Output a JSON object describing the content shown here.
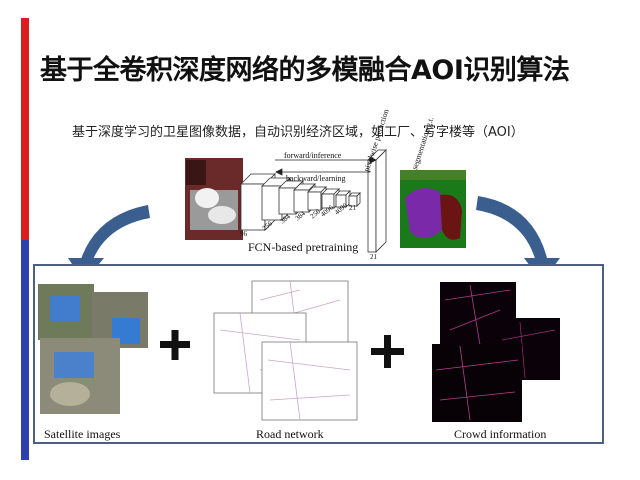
{
  "slide": {
    "title": "基于全卷积深度网络的多模融合AOI识别算法",
    "subtitle": "基于深度学习的卫星图像数据，自动识别经济区域，如工厂、写字楼等（AOI）"
  },
  "fcn": {
    "caption": "FCN-based pretraining",
    "forward_label": "forward/inference",
    "backward_label": "backward/learning",
    "pixelwise_label": "pixelwise prediction",
    "segmentation_label": "segmentation g.t.",
    "layer_sizes": [
      "96",
      "256",
      "384",
      "384",
      "256",
      "4096",
      "4096",
      "21"
    ],
    "last_size": "21"
  },
  "panel": {
    "satellite_label": "Satellite images",
    "road_label": "Road network",
    "crowd_label": "Crowd information",
    "plus_symbol": "+"
  },
  "colors": {
    "red_bar": "#d91e1e",
    "blue_bar": "#2f3fae",
    "arrow_blue": "#3a5f8f",
    "panel_border": "#4d5f82"
  }
}
